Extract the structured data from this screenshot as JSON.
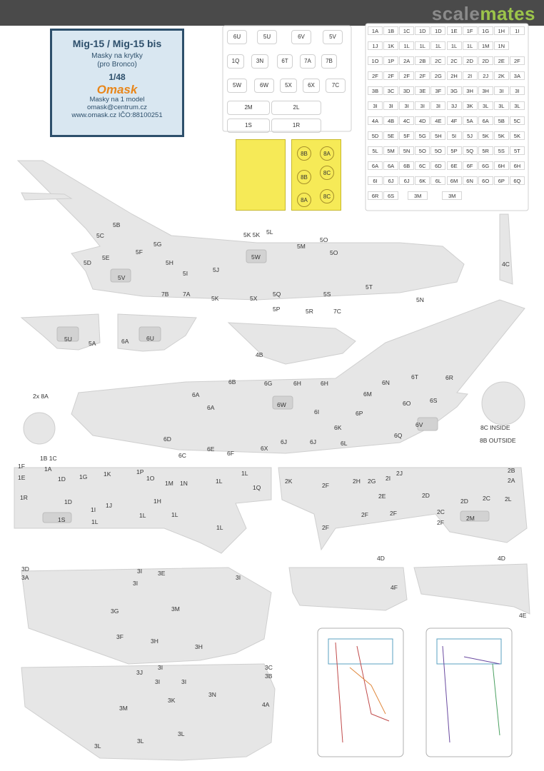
{
  "brand": {
    "part1": "scale",
    "part2": "mates"
  },
  "info": {
    "title": "Mig-15 / Mig-15 bis",
    "sub1": "Masky na krytky",
    "sub2": "(pro Bronco)",
    "scale": "1/48",
    "brand": "Omask",
    "line1": "Masky na 1 model",
    "line2": "omask@centrum.cz",
    "line3": "www.omask.cz IČO:88100251"
  },
  "mask_sheet_left": [
    "6U",
    "5U",
    "6V",
    "5V",
    "1Q",
    "3N",
    "6T",
    "7A",
    "7B",
    "5W",
    "6W",
    "5X",
    "6X",
    "7C",
    "2M",
    "2L",
    "1S",
    "1R"
  ],
  "yellow_masks": [
    "8B",
    "8A",
    "8B",
    "8C",
    "8A",
    "8C"
  ],
  "grid": [
    [
      "1A",
      "1B",
      "1C",
      "1D",
      "1D",
      "1E",
      "1F",
      "1G",
      "1H",
      "1I"
    ],
    [
      "1J",
      "1K",
      "1L",
      "1L",
      "1L",
      "1L",
      "1L",
      "1M",
      "1N"
    ],
    [
      "1O",
      "1P",
      "2A",
      "2B",
      "2C",
      "2C",
      "2D",
      "2D",
      "2E",
      "2F"
    ],
    [
      "2F",
      "2F",
      "2F",
      "2F",
      "2G",
      "2H",
      "2I",
      "2J",
      "2K",
      "3A"
    ],
    [
      "3B",
      "3C",
      "3D",
      "3E",
      "3F",
      "3G",
      "3H",
      "3H",
      "3I",
      "3I"
    ],
    [
      "3I",
      "3I",
      "3I",
      "3I",
      "3I",
      "3J",
      "3K",
      "3L",
      "3L",
      "3L"
    ],
    [
      "4A",
      "4B",
      "4C",
      "4D",
      "4E",
      "4F",
      "5A",
      "6A",
      "5B",
      "5C"
    ],
    [
      "5D",
      "5E",
      "5F",
      "5G",
      "5H",
      "5I",
      "5J",
      "5K",
      "5K",
      "5K"
    ],
    [
      "5L",
      "5M",
      "5N",
      "5O",
      "5O",
      "5P",
      "5Q",
      "5R",
      "5S",
      "5T"
    ],
    [
      "6A",
      "6A",
      "6B",
      "6C",
      "6D",
      "6E",
      "6F",
      "6G",
      "6H",
      "6H"
    ],
    [
      "6I",
      "6J",
      "6J",
      "6K",
      "6L",
      "6M",
      "6N",
      "6O",
      "6P",
      "6Q"
    ],
    [
      "6R",
      "6S",
      "3M",
      "3M"
    ]
  ],
  "labels": [
    {
      "t": "5B"
    },
    {
      "t": "5C"
    },
    {
      "t": "5G"
    },
    {
      "t": "5F"
    },
    {
      "t": "5E"
    },
    {
      "t": "5D"
    },
    {
      "t": "5H"
    },
    {
      "t": "5V"
    },
    {
      "t": "5I"
    },
    {
      "t": "5J"
    },
    {
      "t": "5K 5K"
    },
    {
      "t": "5L"
    },
    {
      "t": "5O"
    },
    {
      "t": "5M"
    },
    {
      "t": "5O"
    },
    {
      "t": "5W"
    },
    {
      "t": "5T"
    },
    {
      "t": "7B"
    },
    {
      "t": "7A"
    },
    {
      "t": "5K"
    },
    {
      "t": "5X"
    },
    {
      "t": "5Q"
    },
    {
      "t": "5S"
    },
    {
      "t": "5N"
    },
    {
      "t": "5P"
    },
    {
      "t": "5R"
    },
    {
      "t": "7C"
    },
    {
      "t": "4C"
    },
    {
      "t": "5U"
    },
    {
      "t": "5A"
    },
    {
      "t": "6A"
    },
    {
      "t": "6U"
    },
    {
      "t": "4B"
    },
    {
      "t": "6B"
    },
    {
      "t": "6G"
    },
    {
      "t": "6H"
    },
    {
      "t": "6H"
    },
    {
      "t": "6N"
    },
    {
      "t": "6T"
    },
    {
      "t": "6R"
    },
    {
      "t": "6A"
    },
    {
      "t": "6A"
    },
    {
      "t": "6W"
    },
    {
      "t": "6I"
    },
    {
      "t": "6M"
    },
    {
      "t": "6O"
    },
    {
      "t": "6S"
    },
    {
      "t": "6P"
    },
    {
      "t": "6V"
    },
    {
      "t": "6K"
    },
    {
      "t": "6Q"
    },
    {
      "t": "6D"
    },
    {
      "t": "6E"
    },
    {
      "t": "6F"
    },
    {
      "t": "6C"
    },
    {
      "t": "6X"
    },
    {
      "t": "6J"
    },
    {
      "t": "6J"
    },
    {
      "t": "6L"
    },
    {
      "t": "2x 8A"
    },
    {
      "t": "8C INSIDE"
    },
    {
      "t": "8B OUTSIDE"
    },
    {
      "t": "1B 1C"
    },
    {
      "t": "1F"
    },
    {
      "t": "1A"
    },
    {
      "t": "1E"
    },
    {
      "t": "1D"
    },
    {
      "t": "1G"
    },
    {
      "t": "1K"
    },
    {
      "t": "1P"
    },
    {
      "t": "1O"
    },
    {
      "t": "1M"
    },
    {
      "t": "1N"
    },
    {
      "t": "1L"
    },
    {
      "t": "1L"
    },
    {
      "t": "1Q"
    },
    {
      "t": "1R"
    },
    {
      "t": "1D"
    },
    {
      "t": "1J"
    },
    {
      "t": "1I"
    },
    {
      "t": "1H"
    },
    {
      "t": "1S"
    },
    {
      "t": "1L"
    },
    {
      "t": "1L"
    },
    {
      "t": "1L"
    },
    {
      "t": "1L"
    },
    {
      "t": "2K"
    },
    {
      "t": "2F"
    },
    {
      "t": "2H"
    },
    {
      "t": "2G"
    },
    {
      "t": "2I"
    },
    {
      "t": "2J"
    },
    {
      "t": "2B"
    },
    {
      "t": "2A"
    },
    {
      "t": "2E"
    },
    {
      "t": "2D"
    },
    {
      "t": "2D"
    },
    {
      "t": "2C"
    },
    {
      "t": "2L"
    },
    {
      "t": "2C"
    },
    {
      "t": "2F"
    },
    {
      "t": "2F"
    },
    {
      "t": "2F"
    },
    {
      "t": "2M"
    },
    {
      "t": "2F"
    },
    {
      "t": "3D"
    },
    {
      "t": "3A"
    },
    {
      "t": "3I"
    },
    {
      "t": "3E"
    },
    {
      "t": "3I"
    },
    {
      "t": "3I"
    },
    {
      "t": "3G"
    },
    {
      "t": "3M"
    },
    {
      "t": "3F"
    },
    {
      "t": "3H"
    },
    {
      "t": "3H"
    },
    {
      "t": "4D"
    },
    {
      "t": "4F"
    },
    {
      "t": "4D"
    },
    {
      "t": "4E"
    },
    {
      "t": "3J"
    },
    {
      "t": "3I"
    },
    {
      "t": "3C"
    },
    {
      "t": "3B"
    },
    {
      "t": "3I"
    },
    {
      "t": "3I"
    },
    {
      "t": "3N"
    },
    {
      "t": "3K"
    },
    {
      "t": "3M"
    },
    {
      "t": "4A"
    },
    {
      "t": "3L"
    },
    {
      "t": "3L"
    },
    {
      "t": "3L"
    }
  ]
}
